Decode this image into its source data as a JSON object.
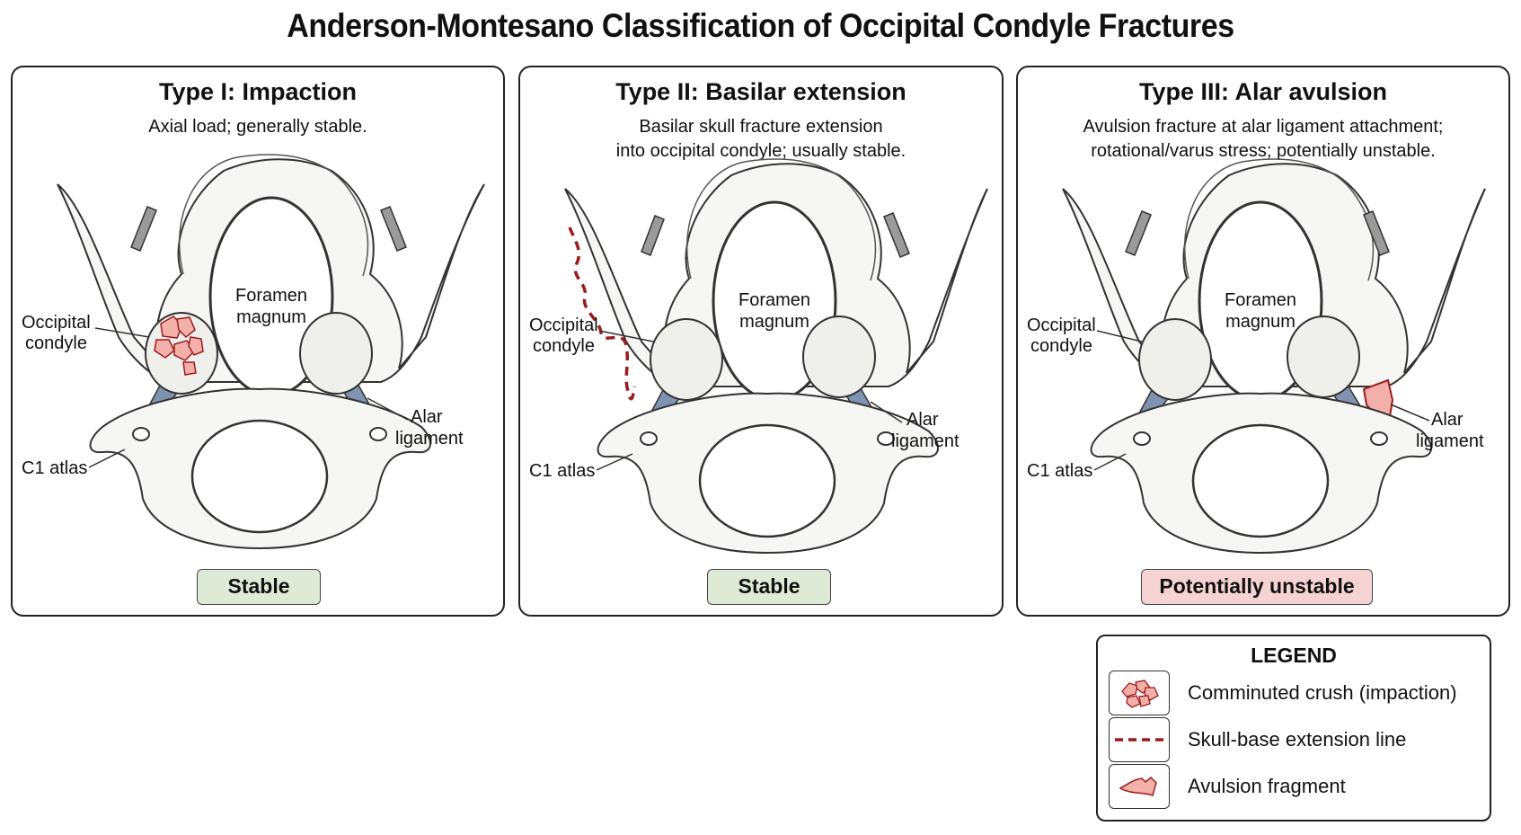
{
  "title": "Anderson-Montesano Classification of Occipital Condyle Fractures",
  "panels": [
    {
      "title": "Type I: Impaction",
      "description": [
        "Axial load; generally stable."
      ],
      "labels": {
        "foramen": [
          "Foramen",
          "magnum"
        ],
        "condyle": [
          "Occipital",
          "condyle"
        ],
        "alar": [
          "Alar",
          "ligament"
        ],
        "atlas": "C1 atlas"
      },
      "badge": "Stable"
    },
    {
      "title": "Type II: Basilar extension",
      "description": [
        "Basilar skull fracture extension",
        "into occipital condyle; usually stable."
      ],
      "labels": {
        "foramen": [
          "Foramen",
          "magnum"
        ],
        "condyle": [
          "Occipital",
          "condyle"
        ],
        "alar": [
          "Alar",
          "ligament"
        ],
        "atlas": "C1 atlas"
      },
      "badge": "Stable"
    },
    {
      "title": "Type III: Alar avulsion",
      "description": [
        "Avulsion fracture at alar ligament attachment;",
        "rotational/varus stress; potentially unstable."
      ],
      "labels": {
        "foramen": [
          "Foramen",
          "magnum"
        ],
        "condyle": [
          "Occipital",
          "condyle"
        ],
        "alar": [
          "Alar",
          "ligament"
        ],
        "atlas": "C1 atlas"
      },
      "badge": "Potentially unstable"
    }
  ],
  "legend": {
    "title": "LEGEND",
    "items": [
      {
        "label": "Comminuted crush (impaction)",
        "icon": "comminuted-crush-icon"
      },
      {
        "label": "Skull-base extension line",
        "icon": "dashed-line-icon"
      },
      {
        "label": "Avulsion fragment",
        "icon": "avulsion-fragment-icon"
      }
    ]
  },
  "colors": {
    "stable_badge": "#dfead6",
    "unstable_badge": "#f5d3d3",
    "fracture": "#9b1c1c",
    "fragment_fill": "#f3b0aa",
    "ligament": "#7f93b0",
    "bone_line": "#333333"
  }
}
